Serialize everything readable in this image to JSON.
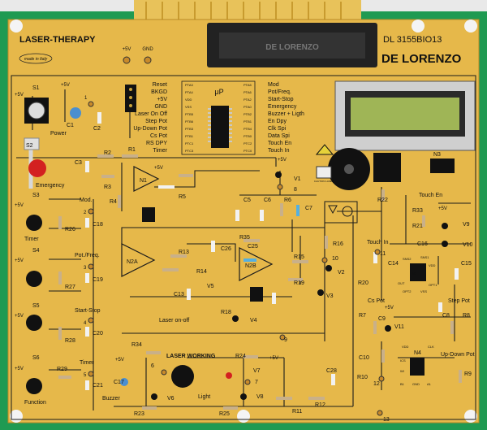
{
  "header": {
    "title": "LASER-THERAPY",
    "made_in": "made in Italy",
    "power_pins": [
      "+5V",
      "GND"
    ],
    "model_code": "DL 3155BIO13",
    "brand": "DE LORENZO",
    "connector_label": "DE LORENZO"
  },
  "mcu": {
    "left_labels": [
      "Reset",
      "BKGD",
      "+5V",
      "GND",
      "Laser On Off",
      "Step Pot",
      "Up-Down Pot",
      "Cs Pot",
      "RS DPY",
      "Timer"
    ],
    "left_pins": [
      "PTA3",
      "PTA4",
      "VDD",
      "VSS",
      "PTB5",
      "PTB6",
      "PTB3",
      "PTB1",
      "PTC1",
      "PTC3"
    ],
    "right_pins": [
      "PTA5",
      "PTA6",
      "PTA2",
      "PTA0",
      "PTB2",
      "PTB1",
      "PTB4",
      "PTB0",
      "PTC2",
      "PTC0"
    ],
    "right_labels": [
      "Mod",
      "Pot/Freq.",
      "Start-Stop",
      "Emergency",
      "Buzzer + Ligth",
      "En Dpy",
      "Clk Spi",
      "Data Spi",
      "Touch En",
      "Touch In"
    ],
    "chip_label": "μP"
  },
  "labels": {
    "s1": "S1",
    "s2": "S2",
    "s3": "S3",
    "s4": "S4",
    "s5": "S5",
    "s6": "S6",
    "power": "Power",
    "emergency": "Emergency",
    "timer": "Timer",
    "mod": "Mod.",
    "pot_freq": "Pot./Freq.",
    "start_stop": "Start-Stop",
    "timer2": "Timer",
    "function": "Function",
    "plus5v": "+5V",
    "r26": "R26",
    "r27": "R27",
    "r28": "R28",
    "r29": "R29",
    "c18": "C18",
    "c19": "C19",
    "c20": "C20",
    "c21": "C21",
    "tp1": "1",
    "tp2": "2",
    "tp3": "3",
    "tp4": "4",
    "tp5": "5",
    "c1": "C1",
    "c2": "C2",
    "c3": "C3",
    "r1": "R1",
    "r2": "R2",
    "r3": "R3",
    "r4": "R4",
    "r5": "R5",
    "n1": "N1",
    "n2a": "N2A",
    "n2b": "N2B",
    "v1": "V1",
    "tp8": "8",
    "c5": "C5",
    "c6": "C6",
    "r6": "R6",
    "c7": "C7",
    "r13": "R13",
    "r14": "R14",
    "c26": "C26",
    "c25": "C25",
    "r35": "R35",
    "r15": "R15",
    "r16": "R16",
    "tp10": "10",
    "v2": "V2",
    "r19": "R19",
    "v3": "V3",
    "c13": "C13",
    "v5": "V5",
    "r18": "R18",
    "v4": "V4",
    "laser_on_off": "Laser on-off",
    "tp9": "9",
    "r22": "R22",
    "n3": "N3",
    "touch_en": "Touch En",
    "r33": "R33",
    "r21": "R21",
    "v9": "V9",
    "v10": "V10",
    "touch_in": "Touch In",
    "tp11": "11",
    "c16": "C16",
    "c14": "C14",
    "c15": "C15",
    "r20": "R20",
    "sns1": "SNS1",
    "sns2": "SNS2",
    "out": "OUT",
    "opt1": "OPT1",
    "opt2": "OPT2",
    "vss": "VSS",
    "vdd": "VDD",
    "n3b": "N3",
    "cs_pot": "Cs Pot",
    "r7": "R7",
    "c9": "C9",
    "v11": "V11",
    "step_pot": "Step Pot",
    "c8": "C8",
    "r8": "R8",
    "c10": "C10",
    "r10": "R10",
    "tp12": "12",
    "n4": "N4",
    "up_down_pot": "Up-Down Pot",
    "r9": "R9",
    "clk": "CLK",
    "ics": "ICS",
    "wi": "WI",
    "b1": "B1",
    "gnd": "GND",
    "a1": "A1",
    "vdd2": "VDD",
    "laser_working": "LASER WORKING",
    "r34": "R34",
    "c17": "C17",
    "r24": "R24",
    "v7": "V7",
    "buzzer": "Buzzer",
    "v6": "V6",
    "r23": "R23",
    "light": "Light",
    "v8": "V8",
    "tp7": "7",
    "tp6": "6",
    "r25": "R25",
    "r11": "R11",
    "r12": "R12",
    "tp13": "13",
    "c28": "C28",
    "caution": "CAUTION LASER"
  },
  "colors": {
    "board": "#e6b84a",
    "pcb_green": "#1f9a52",
    "trace": "#1b1b1b",
    "lcd": "#9fb556",
    "knob": "#111111",
    "red": "#d32020"
  }
}
